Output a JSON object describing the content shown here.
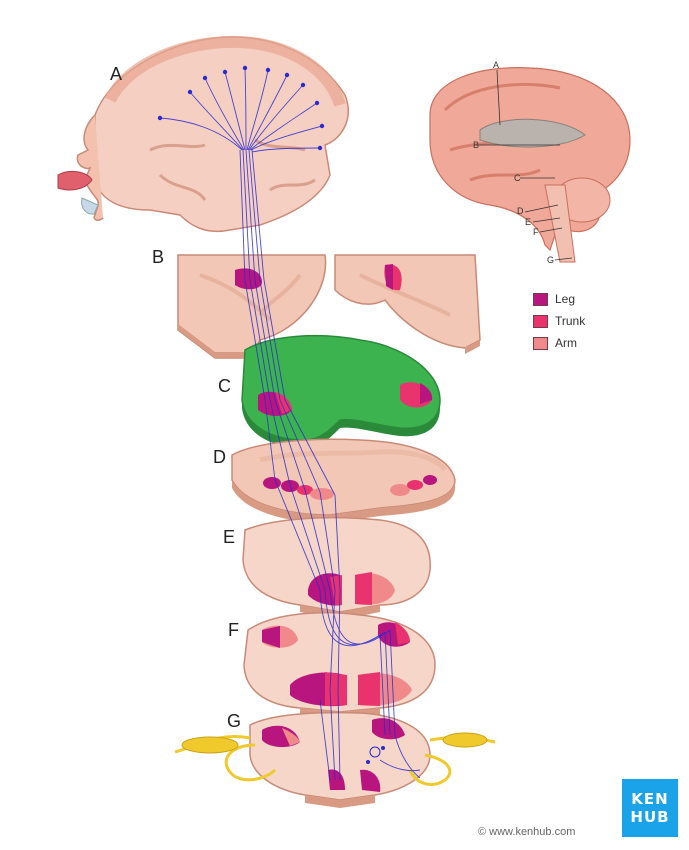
{
  "labels": {
    "A": "A",
    "B": "B",
    "C": "C",
    "D": "D",
    "E": "E",
    "F": "F",
    "G": "G"
  },
  "inset_labels": {
    "A": "A",
    "B": "B",
    "C": "C",
    "D": "D",
    "E": "E",
    "F": "F",
    "G": "G"
  },
  "legend": [
    {
      "label": "Leg",
      "color": "#b8157f"
    },
    {
      "label": "Trunk",
      "color": "#e8336f"
    },
    {
      "label": "Arm",
      "color": "#f08a8a"
    }
  ],
  "colors": {
    "highlight": "#3cb34f",
    "tract": "#2a2ad0",
    "tissue": "#f2c7b5",
    "tissue_dark": "#d99a83",
    "nerve": "#f0c92c"
  },
  "logo": {
    "line1": "KEN",
    "line2": "HUB"
  },
  "copyright": "© www.kenhub.com"
}
